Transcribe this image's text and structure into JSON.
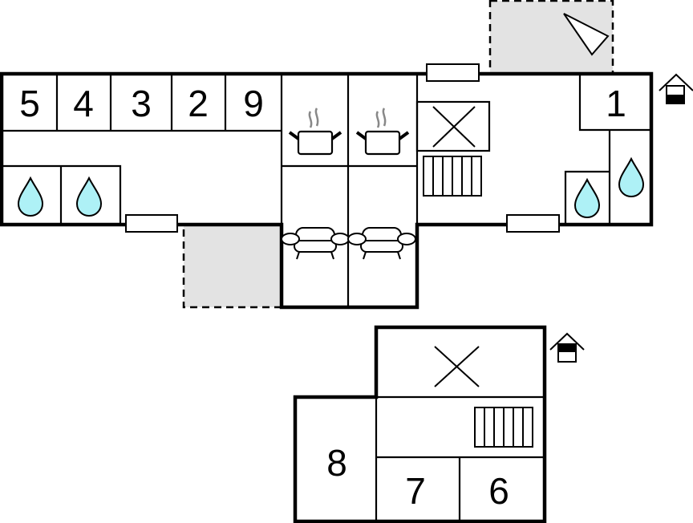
{
  "title": "Floor plan",
  "colors": {
    "water": "#aef1f6",
    "terrace": "#e3e3e3",
    "wall": "#000000"
  },
  "ground_floor": {
    "rooms": [
      {
        "label": "5"
      },
      {
        "label": "4"
      },
      {
        "label": "3"
      },
      {
        "label": "2"
      },
      {
        "label": "9"
      },
      {
        "label": "1"
      }
    ],
    "icons": [
      "bathroom-drop-icon",
      "kitchen-pot-icon",
      "sofa-icon",
      "stairs-icon",
      "void-cross-icon",
      "terrace-icon",
      "floor-indicator-icon"
    ]
  },
  "upper_floor": {
    "rooms": [
      {
        "label": "8"
      },
      {
        "label": "7"
      },
      {
        "label": "6"
      }
    ],
    "icons": [
      "stairs-icon",
      "void-cross-icon",
      "floor-indicator-icon"
    ]
  }
}
